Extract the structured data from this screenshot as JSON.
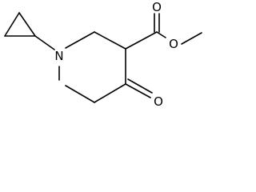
{
  "molecule": {
    "atoms": {
      "nitrogen": "N",
      "ketone_oxygen": "O",
      "carbonyl_oxygen": "O",
      "ester_oxygen": "O"
    }
  },
  "colors": {
    "bond": "#000000",
    "label": "#000000",
    "background": "#ffffff"
  }
}
